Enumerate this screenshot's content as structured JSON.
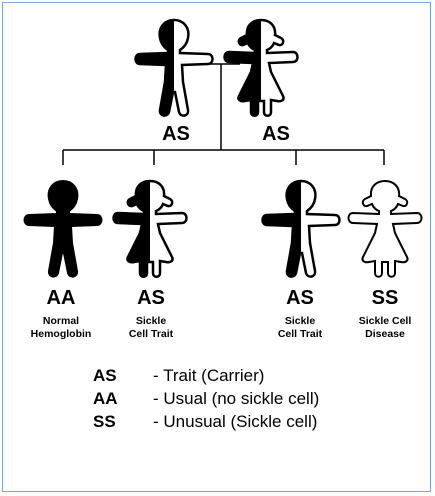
{
  "parents": {
    "father": {
      "genotype": "AS"
    },
    "mother": {
      "genotype": "AS"
    }
  },
  "children": [
    {
      "genotype": "AA",
      "caption_line1": "Normal",
      "caption_line2": "Hemoglobin",
      "figure": "boy-filled"
    },
    {
      "genotype": "AS",
      "caption_line1": "Sickle",
      "caption_line2": "Cell Trait",
      "figure": "girl-half"
    },
    {
      "genotype": "AS",
      "caption_line1": "Sickle",
      "caption_line2": "Cell Trait",
      "figure": "boy-half"
    },
    {
      "genotype": "SS",
      "caption_line1": "Sickle Cell",
      "caption_line2": "Disease",
      "figure": "girl-outline"
    }
  ],
  "legend": [
    {
      "code": "AS",
      "description": "- Trait (Carrier)"
    },
    {
      "code": "AA",
      "description": "- Usual (no sickle cell)"
    },
    {
      "code": "SS",
      "description": "- Unusual (Sickle cell)"
    }
  ],
  "colors": {
    "ink": "#000000",
    "frame": "#7fa7d6",
    "background": "#ffffff"
  }
}
